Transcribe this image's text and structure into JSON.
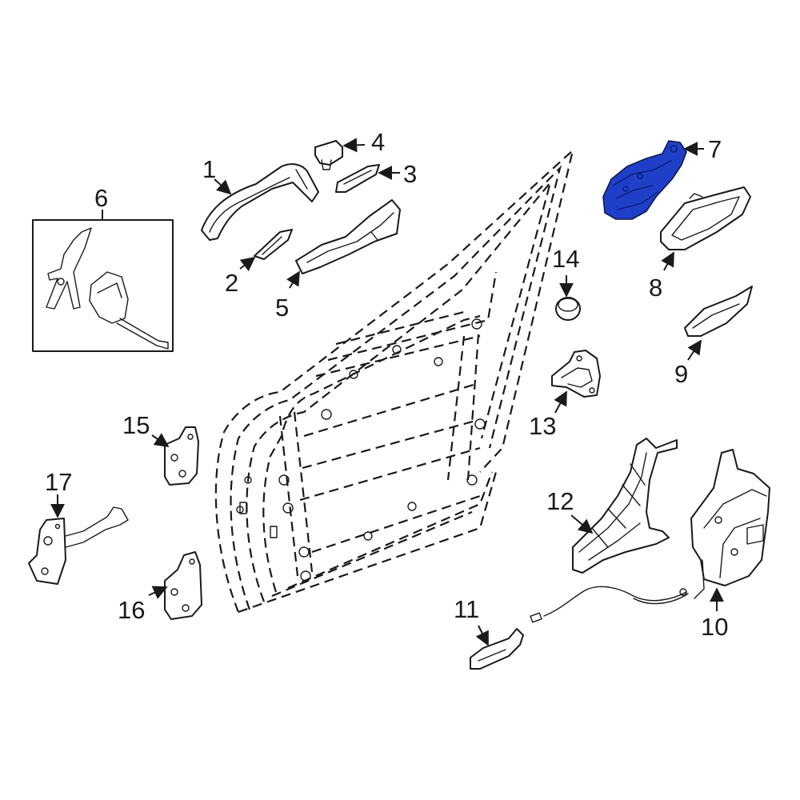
{
  "diagram": {
    "highlight_color": "#1f3fc8",
    "callouts": [
      {
        "id": "1",
        "label": "1"
      },
      {
        "id": "2",
        "label": "2"
      },
      {
        "id": "3",
        "label": "3"
      },
      {
        "id": "4",
        "label": "4"
      },
      {
        "id": "5",
        "label": "5"
      },
      {
        "id": "6",
        "label": "6"
      },
      {
        "id": "7",
        "label": "7",
        "highlighted": true
      },
      {
        "id": "8",
        "label": "8"
      },
      {
        "id": "9",
        "label": "9"
      },
      {
        "id": "10",
        "label": "10"
      },
      {
        "id": "11",
        "label": "11"
      },
      {
        "id": "12",
        "label": "12"
      },
      {
        "id": "13",
        "label": "13"
      },
      {
        "id": "14",
        "label": "14"
      },
      {
        "id": "15",
        "label": "15"
      },
      {
        "id": "16",
        "label": "16"
      },
      {
        "id": "17",
        "label": "17"
      }
    ]
  }
}
